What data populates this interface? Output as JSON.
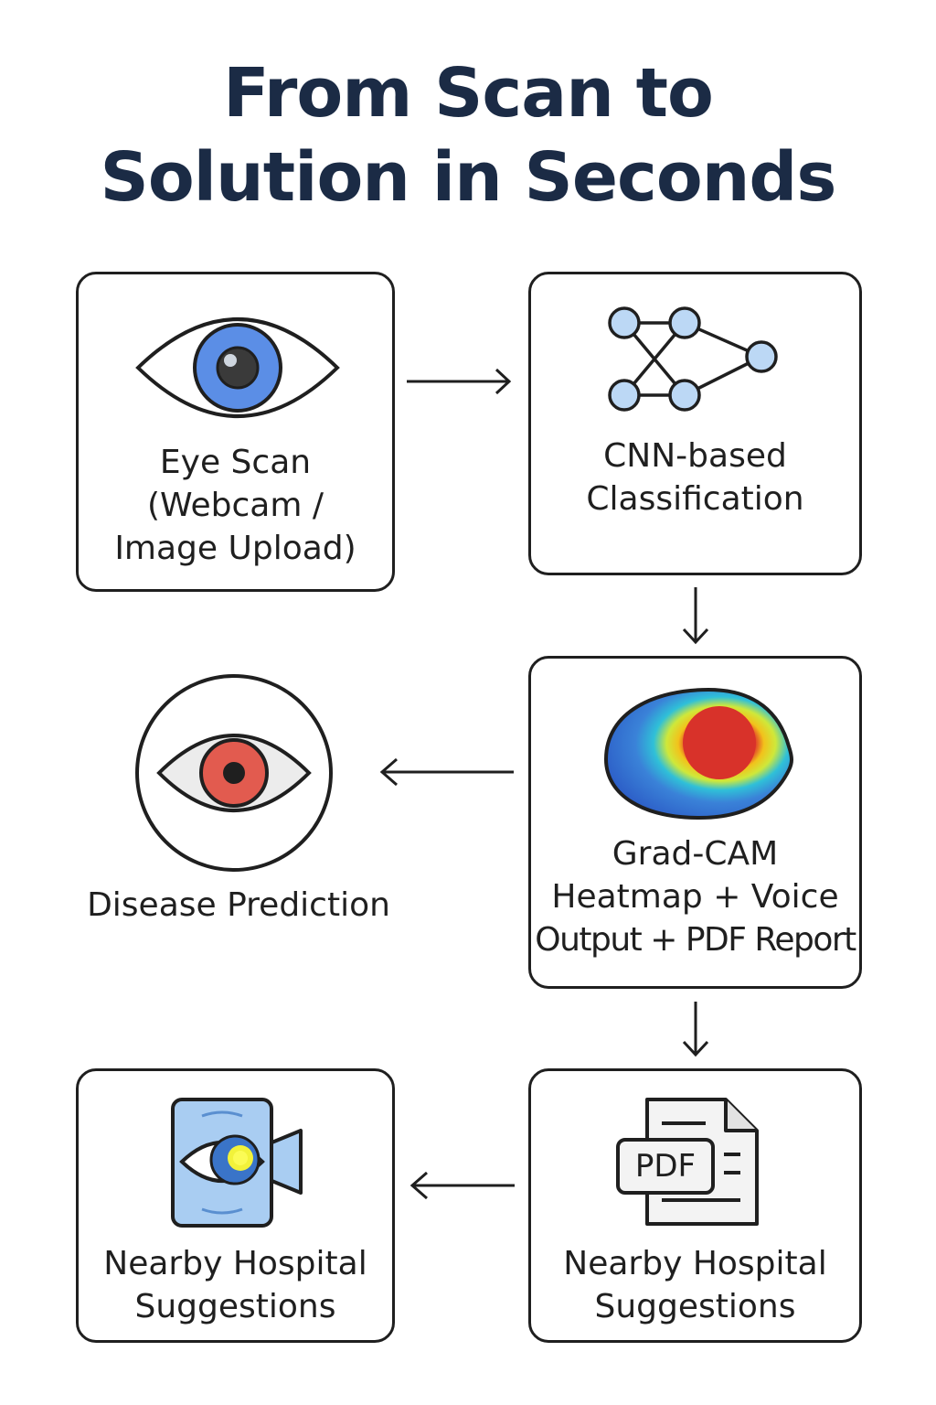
{
  "title": {
    "line1": "From Scan to",
    "line2": "Solution in Seconds"
  },
  "steps": {
    "eye_scan": {
      "line1": "Eye Scan",
      "line2": "(Webcam /",
      "line3": "Image Upload)"
    },
    "cnn": {
      "line1": "CNN-based",
      "line2": "Classification"
    },
    "gradcam": {
      "line1": "Grad-CAM",
      "line2": "Heatmap + Voice",
      "line3": "Output + PDF Report"
    },
    "disease": {
      "line1": "Disease Prediction"
    },
    "pdf_card": {
      "icon_text": "PDF",
      "line1": "Nearby Hospital",
      "line2": "Suggestions"
    },
    "hospital_card": {
      "line1": "Nearby Hospital",
      "line2": "Suggestions"
    }
  },
  "colors": {
    "title": "#1b2b45",
    "stroke": "#1f1f1f",
    "eye_iris_blue": "#5b8ee6",
    "node_fill": "#bcd8f5",
    "eye_iris_red": "#e25b4f",
    "heatmap_blue": "#2a57c4",
    "heatmap_red": "#d8322a",
    "camera_fill": "#a9cdf2"
  }
}
